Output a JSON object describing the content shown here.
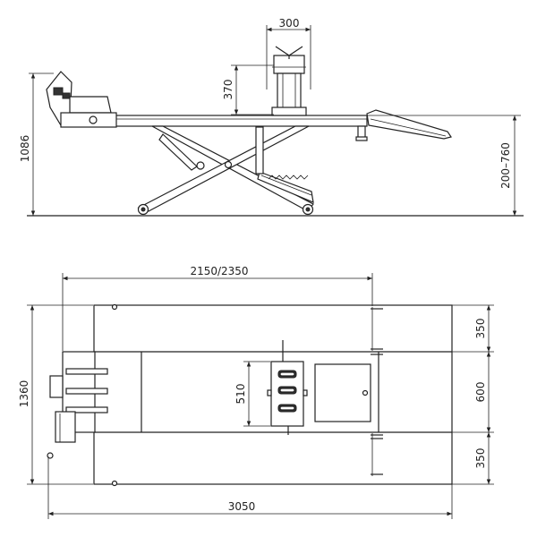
{
  "diagram": {
    "side_view": {
      "width_top": "300",
      "vice_height": "370",
      "max_height": "1086",
      "lift_range": "200–760"
    },
    "top_view": {
      "platform_length": "2150/2350",
      "total_width": "1360",
      "vice_length": "510",
      "side_width_top": "350",
      "center_width": "600",
      "side_width_bottom": "350",
      "total_length": "3050"
    }
  }
}
